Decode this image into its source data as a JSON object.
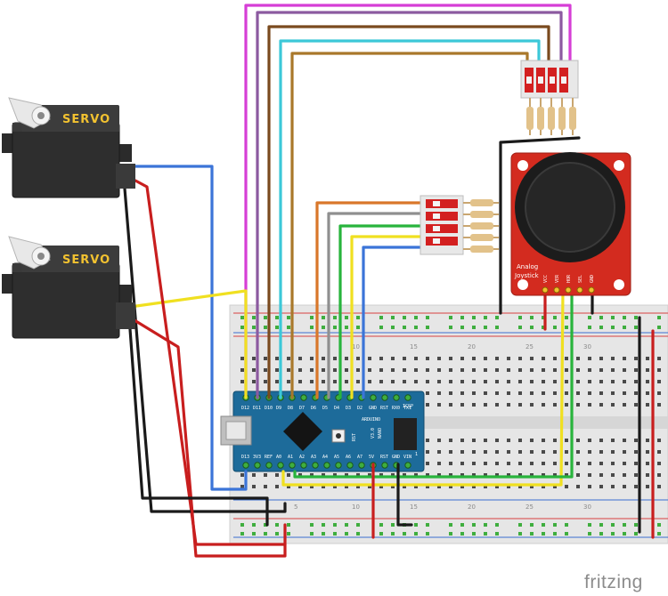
{
  "servos": [
    {
      "label": "SERVO"
    },
    {
      "label": "SERVO"
    }
  ],
  "joystick": {
    "title_line1": "Analog",
    "title_line2": "Joystick",
    "pins": [
      "VCC",
      "VER",
      "HOR",
      "SEL",
      "GND"
    ]
  },
  "arduino": {
    "top_pins": [
      "D12",
      "D11",
      "D10",
      "D9",
      "D8",
      "D7",
      "D6",
      "D5",
      "D4",
      "D3",
      "D2",
      "GND",
      "RST",
      "RX0",
      "TX1"
    ],
    "bottom_pins": [
      "D13",
      "3V3",
      "REF",
      "A0",
      "A1",
      "A2",
      "A3",
      "A4",
      "A5",
      "A6",
      "A7",
      "5V",
      "RST",
      "GND",
      "VIN"
    ],
    "board_text_1": "ARDUINO",
    "board_text_2": "NANO",
    "board_text_3": "V3.0",
    "board_text_4": "ICSP",
    "board_text_5": "RST",
    "board_text_6": "1"
  },
  "breadboard": {
    "column_numbers": [
      "5",
      "10",
      "15",
      "20",
      "25",
      "30"
    ]
  },
  "watermark": "fritzing",
  "colors": {
    "wire_magenta": "#d63ed6",
    "wire_purple": "#8c5aa0",
    "wire_brown": "#7a4a1e",
    "wire_cyan": "#3cc8d8",
    "wire_tan": "#a9782a",
    "wire_orange": "#d9772a",
    "wire_grey": "#8f8f8f",
    "wire_green": "#28b43c",
    "wire_yellow": "#f0e020",
    "wire_blue": "#3b74d8",
    "wire_red": "#c81e1e",
    "wire_black": "#1a1a1a",
    "arduino_blue": "#1d6b9a",
    "joystick_red": "#d32b1f"
  }
}
